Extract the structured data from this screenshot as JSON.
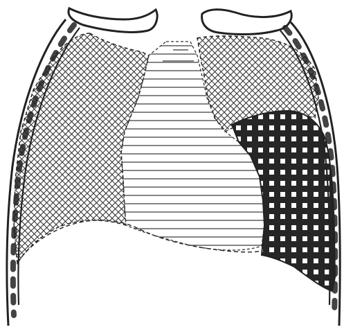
{
  "figure": {
    "subject": "chest",
    "view": "frontal",
    "regions": [
      {
        "name": "right-lung",
        "pattern": "cross-hatch"
      },
      {
        "name": "left-lung",
        "pattern": "cross-hatch"
      },
      {
        "name": "mediastinum",
        "pattern": "horizontal-lines"
      },
      {
        "name": "opacity-left-lower",
        "pattern": "dark-grid"
      }
    ],
    "colors": {
      "ink": "#2a2a2a",
      "paper": "#ffffff"
    }
  }
}
